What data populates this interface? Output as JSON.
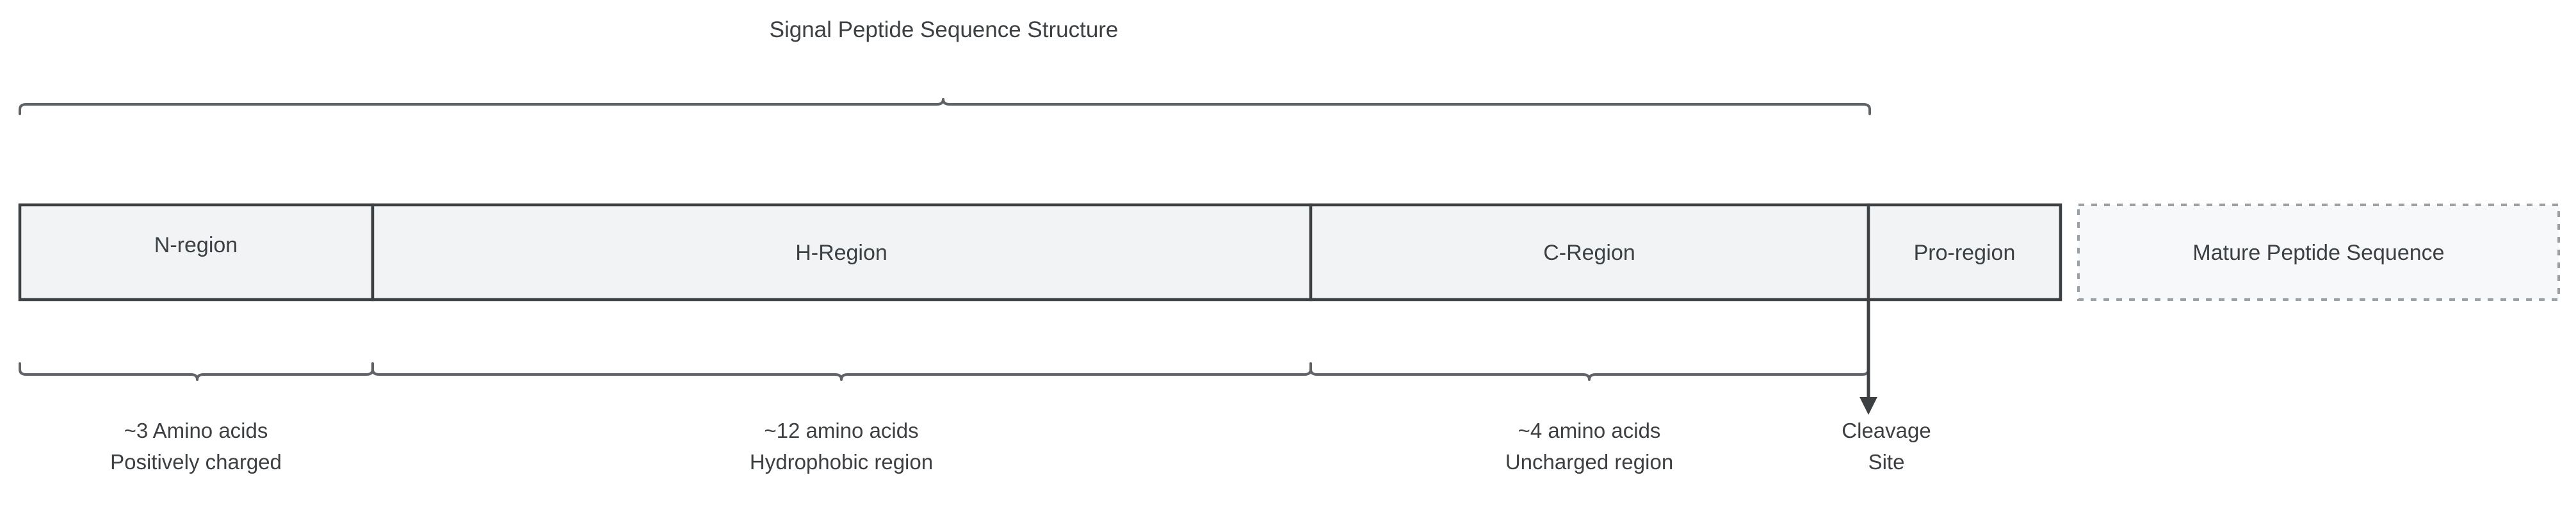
{
  "title": "Signal Peptide Sequence Structure",
  "colors": {
    "box_fill": "#f1f3f4",
    "box_stroke": "#3c4043",
    "mature_fill": "#f7f8f9",
    "mature_stroke": "#9aa0a6",
    "bracket": "#5f6368",
    "text": "#3c4043"
  },
  "top_bracket": {
    "name": "signal-peptide-span-bracket",
    "spans_label": "Signal Peptide Sequence Structure"
  },
  "regions": [
    {
      "id": "n-region",
      "label": "N-region",
      "style": "solid"
    },
    {
      "id": "h-region",
      "label": "H-Region",
      "style": "solid"
    },
    {
      "id": "c-region",
      "label": "C-Region",
      "style": "solid"
    },
    {
      "id": "pro-region",
      "label": "Pro-region",
      "style": "solid"
    },
    {
      "id": "mature-region",
      "label": "Mature Peptide Sequence",
      "style": "dashed"
    }
  ],
  "captions": [
    {
      "id": "n-region-caption",
      "line1": "~3 Amino acids",
      "line2": "Positively charged"
    },
    {
      "id": "h-region-caption",
      "line1": "~12 amino acids",
      "line2": "Hydrophobic region"
    },
    {
      "id": "c-region-caption",
      "line1": "~4 amino acids",
      "line2": "Uncharged region"
    }
  ],
  "cleavage": {
    "id": "cleavage-site",
    "line1": "Cleavage",
    "line2": "Site"
  }
}
